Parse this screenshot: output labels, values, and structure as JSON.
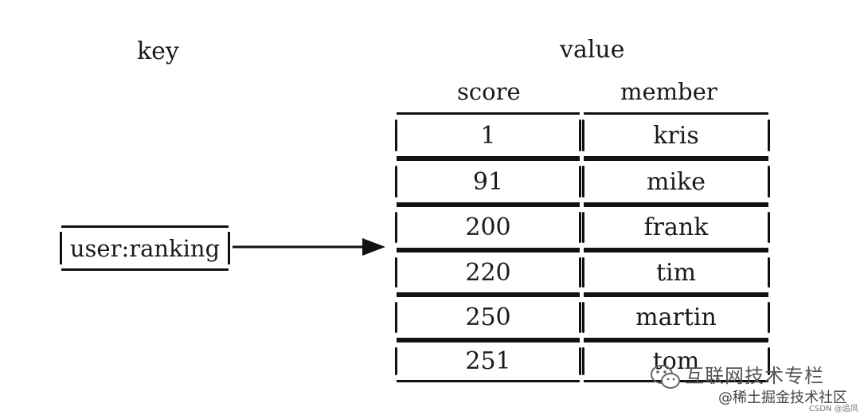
{
  "key_title": "key",
  "value_title": "value",
  "key_name": "user:ranking",
  "columns": {
    "score": "score",
    "member": "member"
  },
  "rows": [
    {
      "score": "1",
      "member": "kris"
    },
    {
      "score": "91",
      "member": "mike"
    },
    {
      "score": "200",
      "member": "frank"
    },
    {
      "score": "220",
      "member": "tim"
    },
    {
      "score": "250",
      "member": "martin"
    },
    {
      "score": "251",
      "member": "tom"
    }
  ],
  "watermark": {
    "line1": "互联网技术专栏",
    "line2": "@稀土掘金技术社区",
    "line3": "CSDN @追风"
  },
  "colors": {
    "ink": "#111111",
    "background": "#ffffff"
  }
}
